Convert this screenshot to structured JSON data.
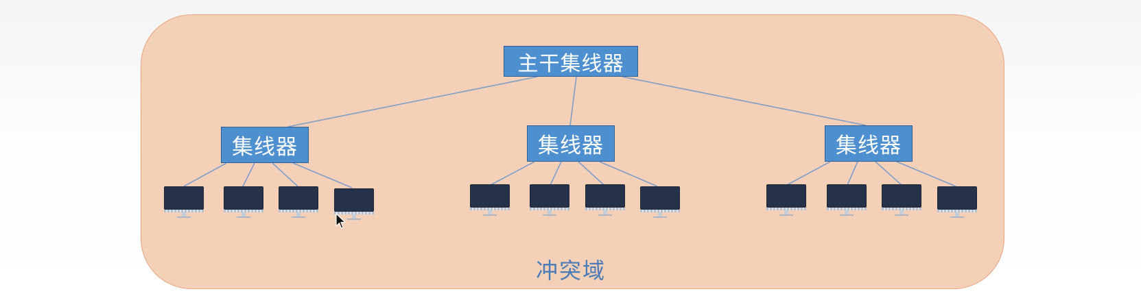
{
  "diagram": {
    "main_hub": {
      "label": "主干集线器"
    },
    "hubs": [
      {
        "label": "集线器"
      },
      {
        "label": "集线器"
      },
      {
        "label": "集线器"
      }
    ],
    "collision_domain_label": "冲突域"
  },
  "colors": {
    "domain_fill": "#f4d0b8",
    "domain_border": "#eaa37d",
    "hub_fill": "#4e8fd0",
    "link_line": "#7f9dc8",
    "caption_text": "#4a7bb7",
    "computer_screen": "#253249"
  },
  "icons": {
    "computer": "computer-icon",
    "cursor": "mouse-cursor-icon"
  }
}
